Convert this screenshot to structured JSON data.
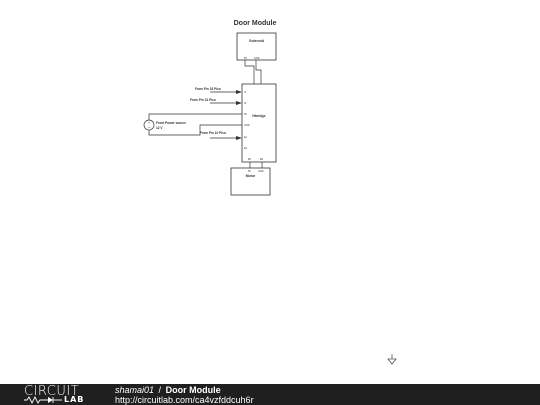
{
  "diagram": {
    "title": "Door Module",
    "solenoid": {
      "label": "Solenoid",
      "pins": [
        "5V",
        "GND"
      ]
    },
    "hbridge": {
      "label": "Hbridge",
      "left_pins": [
        "I1",
        "I2",
        "5V",
        "GND",
        "E1",
        "E2"
      ],
      "bottom_pins": [
        "B1",
        "B2"
      ],
      "top_pins": [
        "A1",
        "A2"
      ]
    },
    "motor": {
      "label": "Motor",
      "pins": [
        "5V",
        "GND"
      ]
    },
    "inputs": [
      "From Pin 33 Pico",
      "From Pin 31 Pico",
      "From Pin 10 Pico"
    ],
    "power_source": {
      "label": "Front Power source",
      "value": "12 V"
    }
  },
  "footer": {
    "logo_top": "CIRCUIT",
    "logo_bottom": "LAB",
    "author": "shamai01",
    "separator": "/",
    "project": "Door Module",
    "url": "http://circuitlab.com/ca4vzfddcuh6r"
  }
}
